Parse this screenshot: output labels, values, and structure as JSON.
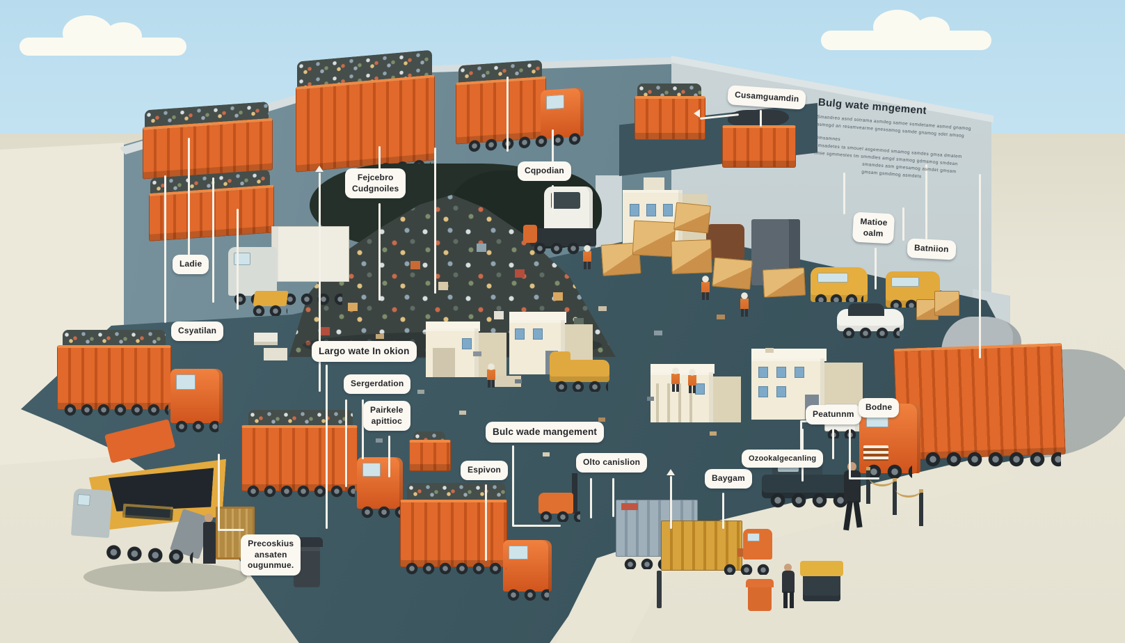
{
  "illustration_title": "Bulk waste management (isometric illustration, garbled AI text)",
  "wall_poster": {
    "heading": "Bulg wate mngement",
    "lines": [
      "Smandreo asnd sotrama asmdeg samoe ssmdetame asmnd gnamog",
      "asmogd an resamvearme gnessamog samde gnamog sdet amsog",
      "Dmsamnes",
      "Smsadetes ta smouel asgemmod smamog samdes gmsa dmatem",
      "tmse sgmmestes tm smmdles amgd smamog gdmsmog smdean",
      "smamdes asm gmesamog asmdet gmsam",
      "gmsam gsmdmog asmdets"
    ]
  },
  "labels": {
    "cusamguamdin": "Cusamguamdin",
    "fejcebro": "Fejcebro\nCudgnoiles",
    "capodian": "Cqpodian",
    "matioe": "Matioe\noalm",
    "batniion": "Batniion",
    "ladie": "Ladie",
    "csyatilan": "Csyatilan",
    "largo": "Largo wate In okion",
    "sergerdation": "Sergerdation",
    "pairkele": "Pairkele\napittioc",
    "bulc": "Bulc wade mangement",
    "espivon": "Espivon",
    "olto": "Olto canislion",
    "baygam": "Baygam",
    "ozookal": "Ozookalgecanling",
    "peatunnm": "Peatunnm",
    "bodne": "Bodne",
    "precoskius": "Precoskius\nansaten\nougunmue."
  },
  "palette": {
    "container_orange": "#DD6B2D",
    "container_orange_dark": "#B9531D",
    "floor_teal": "#415A63",
    "wall_slate": "#6E8A94",
    "wall_light": "#C3CDD0",
    "ground_beige": "#E6E2D2",
    "sky_blue": "#C4E3F0",
    "label_bg": "#FAF8F1",
    "label_text": "#26262A",
    "vehicle_yellow": "#E2A93C",
    "building_cream": "#F0E9D5"
  }
}
